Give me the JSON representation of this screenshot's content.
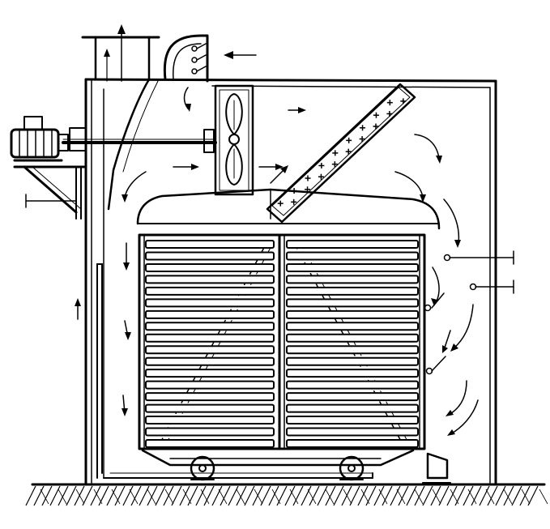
{
  "figure": {
    "kind": "line-drawing",
    "ink_color": "#000000",
    "paper_color": "#ffffff",
    "trays_left_count": 18,
    "trays_right_count": 18,
    "heater_plus_marks": 18
  }
}
